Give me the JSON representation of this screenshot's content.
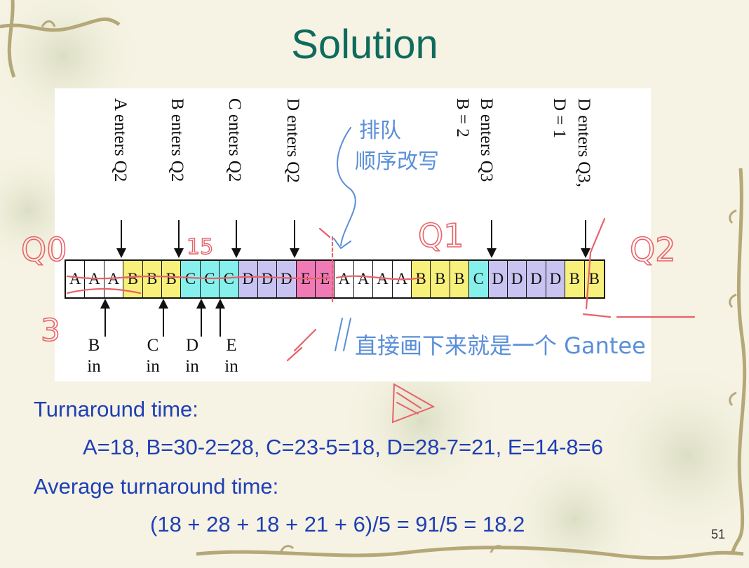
{
  "title": "Solution",
  "events_top": [
    {
      "text": "A enters Q2"
    },
    {
      "text": "B enters Q2"
    },
    {
      "text": "C enters Q2"
    },
    {
      "text": "D enters Q2"
    },
    {
      "text": "B = 2",
      "text2": "B enters Q3"
    },
    {
      "text": "D = 1",
      "text2": "D enters Q3,"
    }
  ],
  "timeline": [
    "A",
    "A",
    "A",
    "B",
    "B",
    "B",
    "C",
    "C",
    "C",
    "D",
    "D",
    "D",
    "E",
    "E",
    "A",
    "A",
    "A",
    "A",
    "B",
    "B",
    "B",
    "C",
    "D",
    "D",
    "D",
    "D",
    "B",
    "B"
  ],
  "events_bottom": [
    {
      "line1": "B",
      "line2": "in"
    },
    {
      "line1": "C",
      "line2": "in"
    },
    {
      "line1": "D",
      "line2": "in"
    },
    {
      "line1": "E",
      "line2": "in"
    }
  ],
  "colors": {
    "A": "#ffffff",
    "B": "#f7f07a",
    "C": "#86f0ec",
    "D": "#c9c3f2",
    "E": "#f07ab5"
  },
  "handwritten": {
    "q0": "Q0",
    "q1": "Q1",
    "q2": "Q2",
    "three": "3",
    "fifteen": "15",
    "note_cn_1": "排队",
    "note_cn_2": "顺序改写",
    "note_bottom": "直接画下来就是一个 Gantee"
  },
  "body": {
    "turnaround_label": "Turnaround time:",
    "turnaround_values": "A=18, B=30-2=28, C=23-5=18, D=28-7=21, E=14-8=6",
    "average_label": "Average turnaround time:",
    "average_formula": "(18 + 28 + 18 + 21 + 6)/5 = 91/5 = 18.2"
  },
  "page_number": "51"
}
